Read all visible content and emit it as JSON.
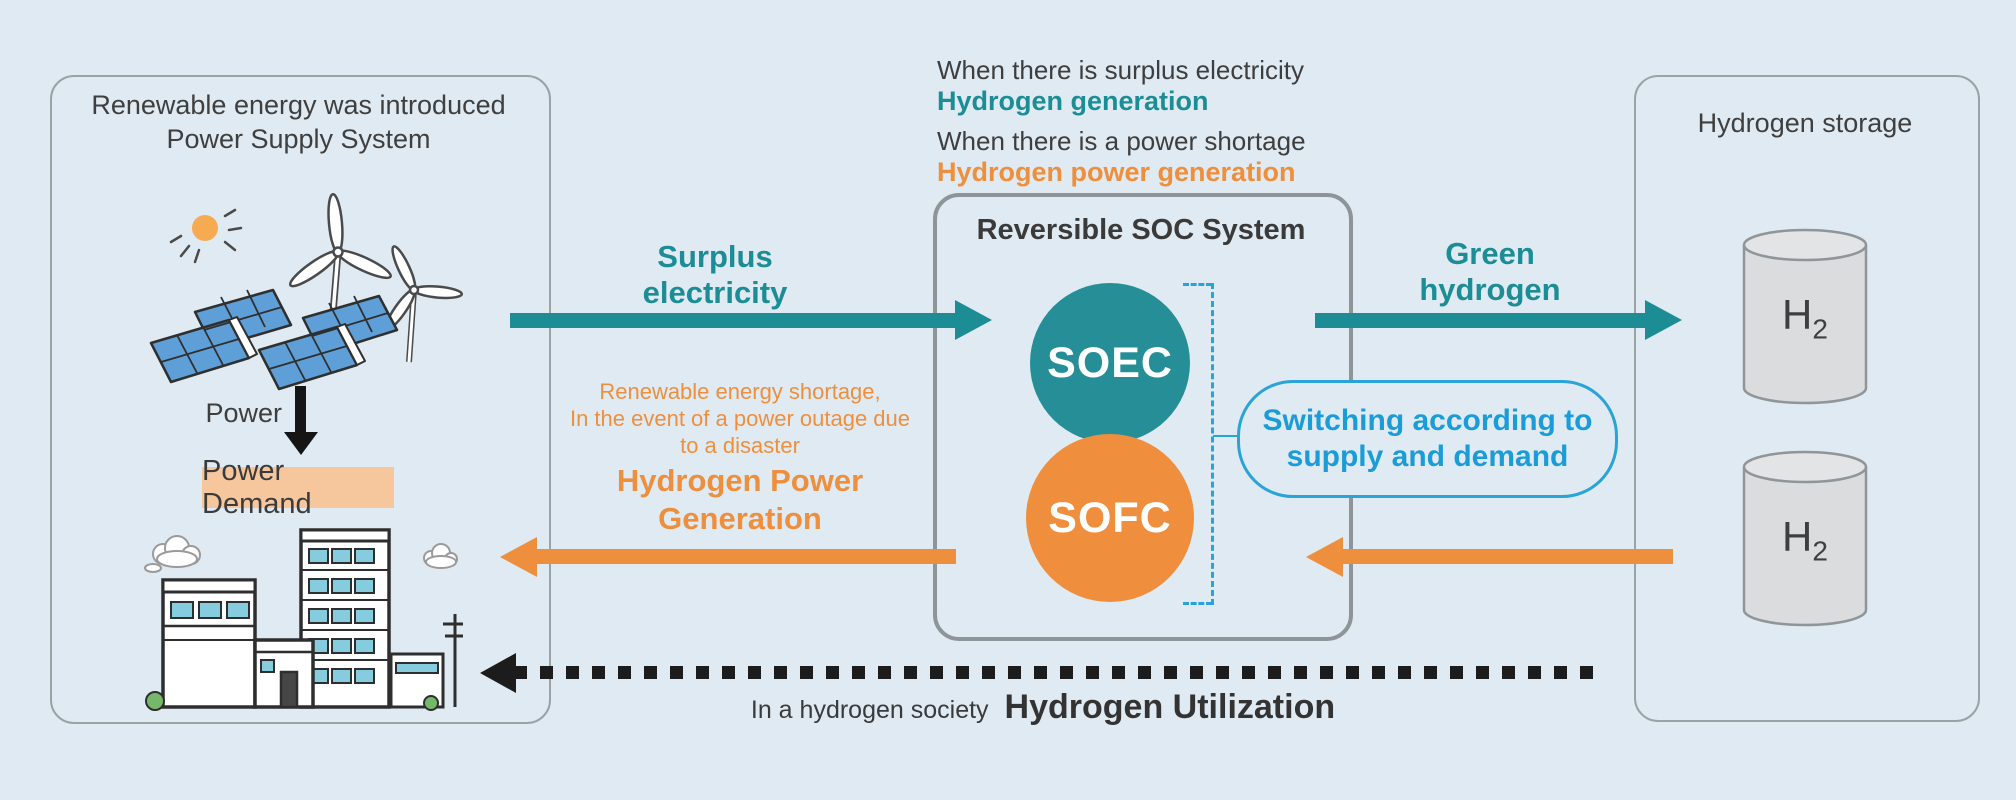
{
  "colors": {
    "background": "#dfeaf2",
    "teal": "#1c8c95",
    "orange": "#ee8f3d",
    "blue": "#1a9cd8",
    "dark_text": "#3a3a3a",
    "panel_border": "#9aa2a6",
    "soc_border": "#8d9598",
    "power_demand_fill": "#f6c79d",
    "cylinder_fill": "#dbdcdd"
  },
  "left_panel": {
    "title_line1": "Renewable energy was introduced",
    "title_line2": "Power Supply System",
    "power_label": "Power",
    "power_demand_label": "Power Demand"
  },
  "conditions": {
    "surplus_text": "When there is surplus electricity",
    "surplus_result": "Hydrogen generation",
    "shortage_text": "When there is a power shortage",
    "shortage_result": "Hydrogen power generation"
  },
  "soc": {
    "title": "Reversible SOC System",
    "soec_label": "SOEC",
    "sofc_label": "SOFC"
  },
  "switching_bubble": {
    "line1": "Switching according to",
    "line2": "supply and demand"
  },
  "surplus_arrow": {
    "line1": "Surplus",
    "line2": "electricity"
  },
  "green_arrow": {
    "line1": "Green",
    "line2": "hydrogen"
  },
  "hydrogen_power": {
    "note_line1": "Renewable energy shortage,",
    "note_line2": "In the event of a power outage due",
    "note_line3": "to a disaster",
    "title_line1": "Hydrogen Power",
    "title_line2": "Generation"
  },
  "storage": {
    "title": "Hydrogen storage",
    "h2_main": "H",
    "h2_sub": "2"
  },
  "utilization": {
    "context": "In a hydrogen society",
    "title": "Hydrogen Utilization"
  }
}
